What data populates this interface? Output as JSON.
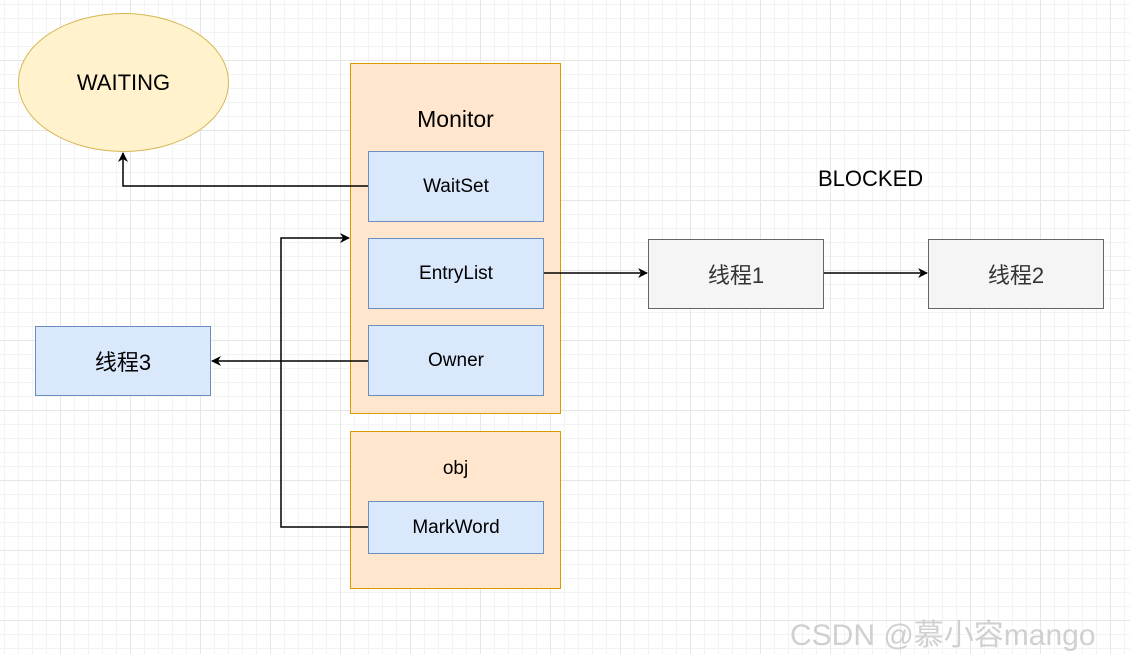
{
  "waiting_state": {
    "label": "WAITING"
  },
  "monitor": {
    "title": "Monitor",
    "fields": {
      "wait_set": "WaitSet",
      "entry_list": "EntryList",
      "owner": "Owner"
    }
  },
  "obj": {
    "title": "obj",
    "fields": {
      "mark_word": "MarkWord"
    }
  },
  "blocked_state": {
    "label": "BLOCKED"
  },
  "threads": {
    "thread1": "线程1",
    "thread2": "线程2",
    "thread3": "线程3"
  },
  "watermark": "CSDN @慕小容mango",
  "colors": {
    "waiting_fill": "#fff2cc",
    "waiting_border": "#d6b656",
    "container_fill": "#ffe6cc",
    "container_border": "#d79b00",
    "field_fill": "#dae8fc",
    "field_border": "#6c8ebf",
    "thread_fill": "#f5f5f5",
    "thread_border": "#666666",
    "edge": "#000000"
  }
}
